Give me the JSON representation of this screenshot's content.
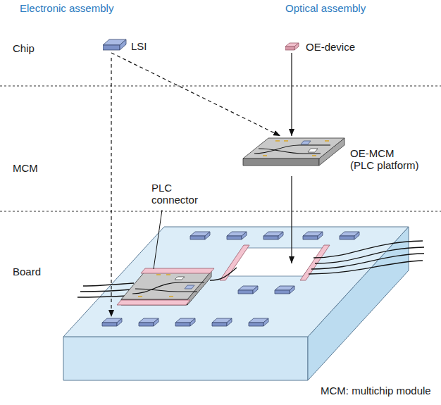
{
  "diagram": {
    "nodes": [
      {
        "text": [
          "LSI"
        ]
      },
      {
        "text": [
          "OE-device"
        ]
      },
      {
        "text": [
          "OE-MCM (PLC platform)"
        ]
      }
    ],
    "edges": [
      {
        "from": 0,
        "to": 2,
        "arrow": "to"
      },
      {
        "from": 1,
        "to": 2,
        "arrow": "to"
      }
    ],
    "labels": [
      "Electronic assembly",
      "Optical assembly",
      "Chip",
      "MCM",
      "Board",
      "PLC connector",
      "MCM: multichip module"
    ]
  }
}
